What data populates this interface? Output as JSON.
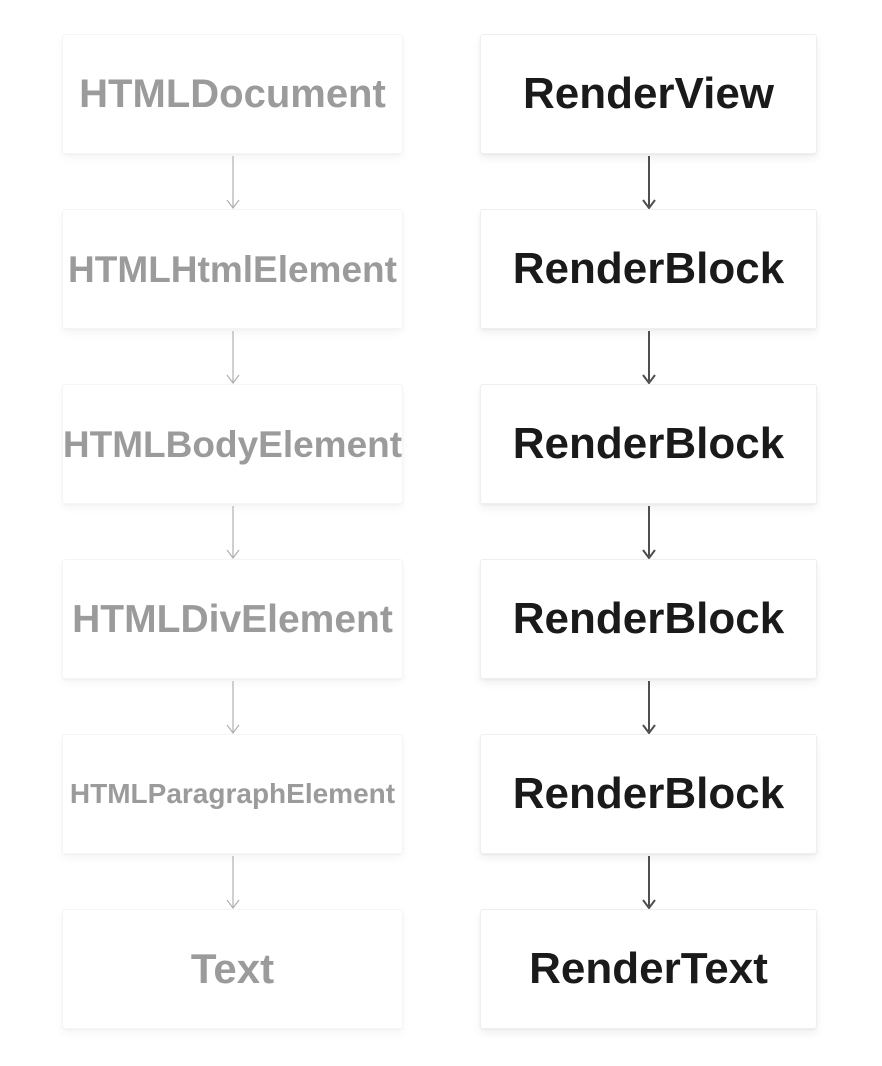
{
  "diagram": {
    "dom": {
      "nodes": [
        "HTMLDocument",
        "HTMLHtmlElement",
        "HTMLBodyElement",
        "HTMLDivElement",
        "HTMLParagraphElement",
        "Text"
      ]
    },
    "render": {
      "nodes": [
        "RenderView",
        "RenderBlock",
        "RenderBlock",
        "RenderBlock",
        "RenderBlock",
        "RenderText"
      ]
    },
    "colors": {
      "dom_node_text": "#9b9b9b",
      "render_node_text": "#1a1a1a",
      "dom_arrow": "#b0b0b0",
      "render_arrow": "#4f4f4f",
      "node_background": "#ffffff",
      "page_background": "#ffffff"
    }
  }
}
